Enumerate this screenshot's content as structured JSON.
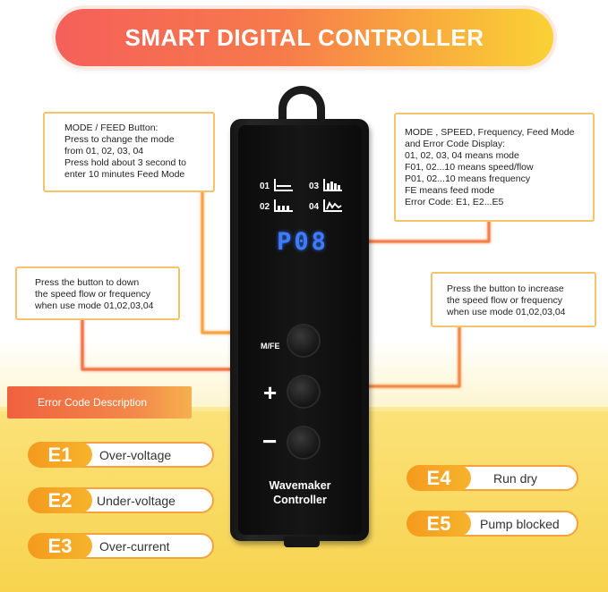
{
  "title": "SMART DIGITAL CONTROLLER",
  "callouts": {
    "mode_button": [
      "MODE / FEED Button:",
      "Press to change the mode",
      "from 01, 02, 03, 04",
      "Press hold about 3 second to",
      "enter 10 minutes Feed Mode"
    ],
    "display": [
      "MODE , SPEED, Frequency, Feed Mode",
      "and Error Code Display:",
      "01, 02, 03, 04 means mode",
      "F01, 02...10 means speed/flow",
      "P01, 02...10 means frequency",
      "FE means feed mode",
      "Error Code: E1, E2...E5"
    ],
    "down_button": [
      "Press the button to down",
      "the speed flow or frequency",
      "when use mode 01,02,03,04"
    ],
    "up_button": [
      "Press the button to increase",
      "the speed flow or frequency",
      "when use mode 01,02,03,04"
    ]
  },
  "device": {
    "modes": [
      "01",
      "02",
      "03",
      "04"
    ],
    "display_value": "P08",
    "mode_button_label": "M/FE",
    "plus_label": "+",
    "minus_label": "−",
    "name_line1": "Wavemaker",
    "name_line2": "Controller"
  },
  "errors": {
    "header": "Error Code Description",
    "items": [
      {
        "code": "E1",
        "text": "Over-voltage"
      },
      {
        "code": "E2",
        "text": "Under-voltage"
      },
      {
        "code": "E3",
        "text": "Over-current"
      },
      {
        "code": "E4",
        "text": "Run dry"
      },
      {
        "code": "E5",
        "text": "Pump blocked"
      }
    ]
  },
  "colors": {
    "accent_orange": "#f7a040",
    "display_blue": "#3d7bff",
    "callout_border": "#f5c46a"
  }
}
